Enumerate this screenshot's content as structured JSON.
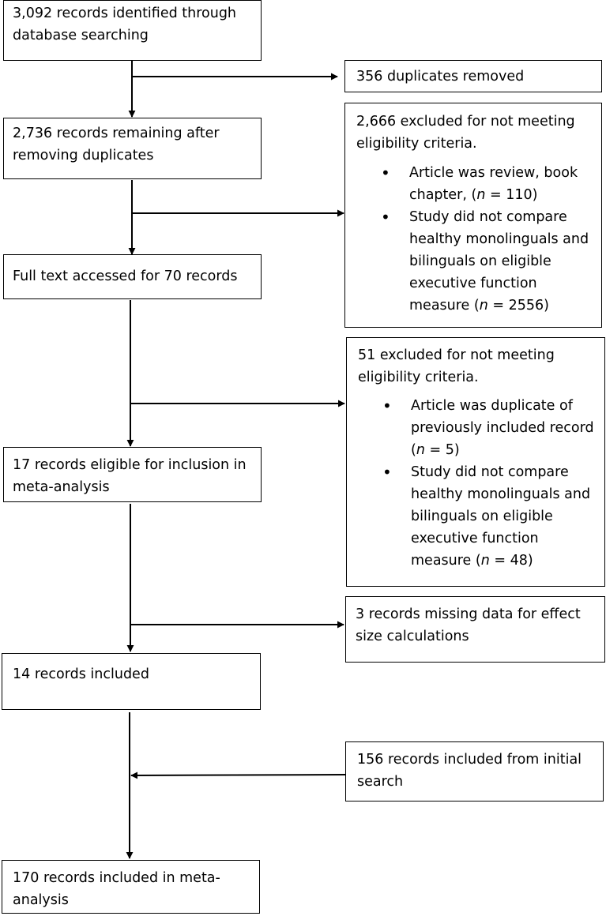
{
  "flow": {
    "identified": "3,092 records identified through database searching",
    "duplicates_removed": "356 duplicates removed",
    "remaining": "2,736 records remaining after removing duplicates",
    "excluded1": {
      "header": "2,666 excluded for not meeting eligibility criteria.",
      "items": [
        {
          "text": "Article was review, book chapter, (",
          "n": "n",
          "rest": " = 110)"
        },
        {
          "text": "Study did not compare healthy monolinguals and bilinguals on eligible executive function measure (",
          "n": "n",
          "rest": " = 2556)"
        }
      ]
    },
    "fulltext": "Full text accessed for 70 records",
    "excluded2": {
      "header": "51 excluded for not meeting eligibility criteria.",
      "items": [
        {
          "text": "Article was duplicate of previously included record (",
          "n": "n",
          "rest": " = 5)"
        },
        {
          "text": "Study did not compare healthy monolinguals and bilinguals on eligible executive function measure (",
          "n": "n",
          "rest": " = 48)"
        }
      ]
    },
    "eligible": "17 records eligible for inclusion in meta-analysis",
    "missing": "3 records missing data for effect size calculations",
    "included14": "14 records included",
    "initial_search": "156 records included from initial search",
    "final": "170 records included in meta-analysis"
  }
}
